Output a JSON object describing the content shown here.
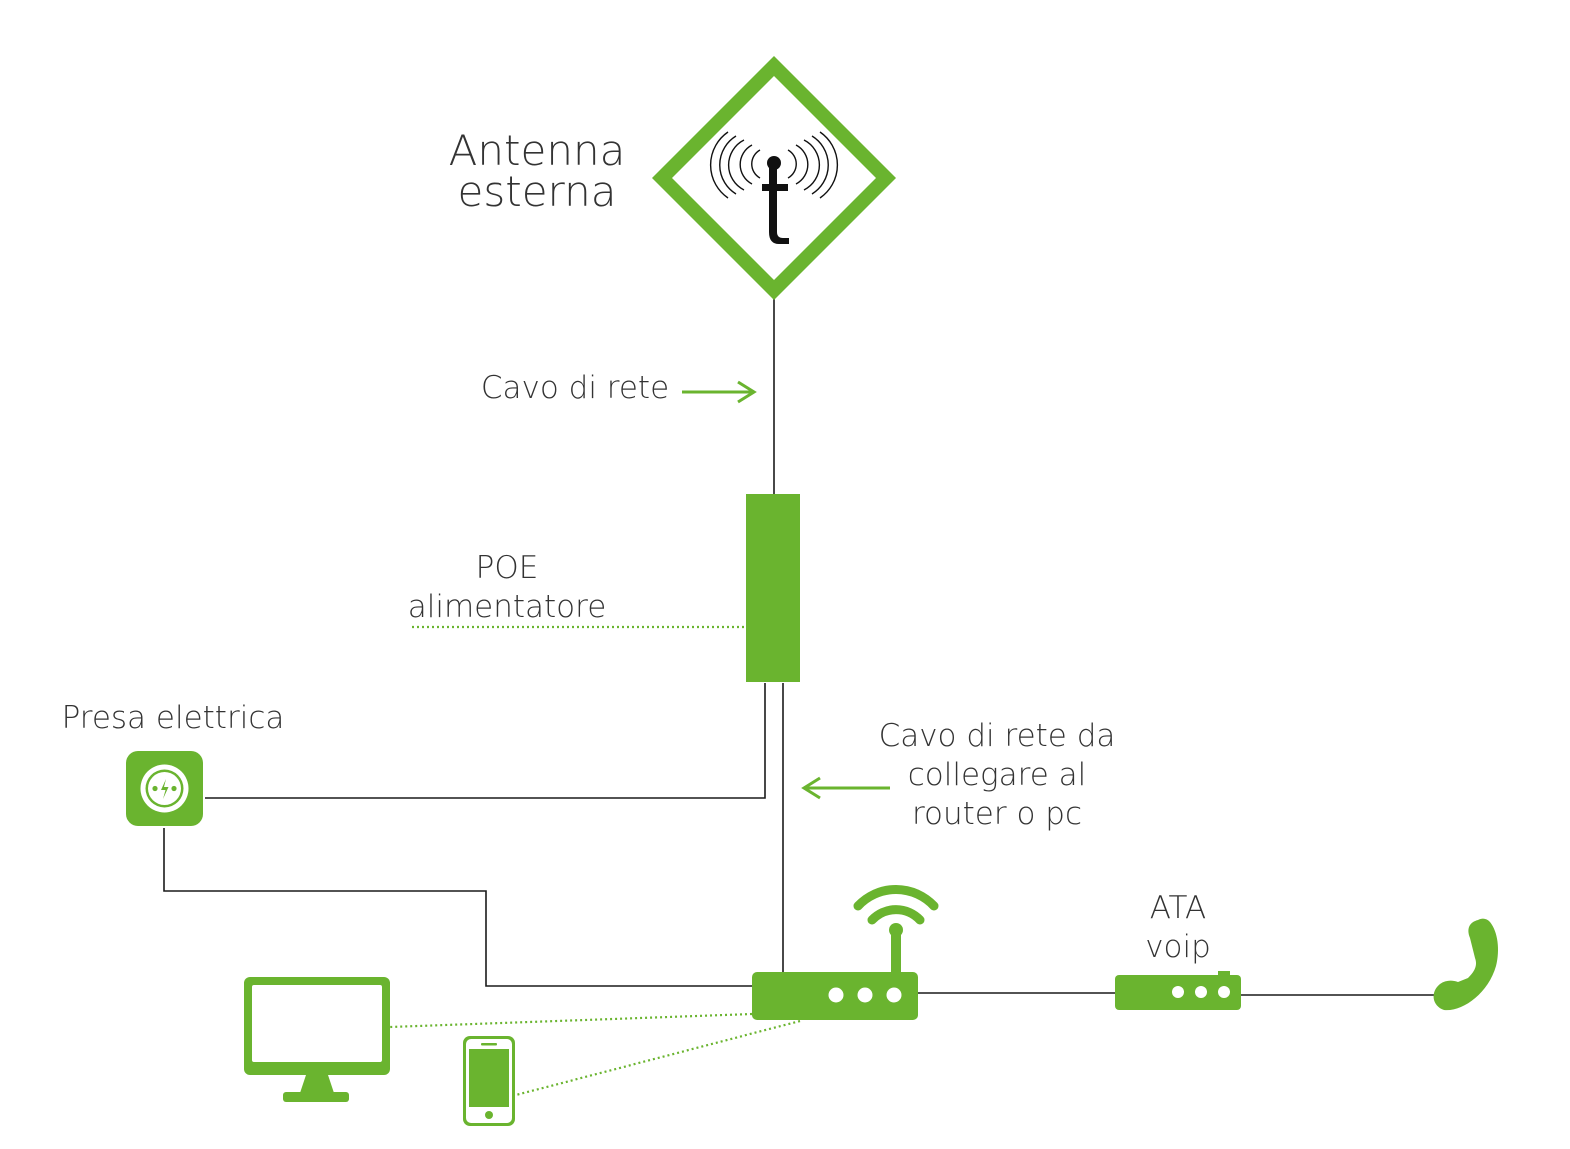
{
  "labels": {
    "antenna_line1": "Antenna",
    "antenna_line2": "esterna",
    "cable": "Cavo di rete",
    "poe_line1": "POE",
    "poe_line2": "alimentatore",
    "socket": "Presa elettrica",
    "router_cable_line1": "Cavo di rete da",
    "router_cable_line2": "collegare al",
    "router_cable_line3": "router o pc",
    "ata_line1": "ATA",
    "ata_line2": "voip"
  },
  "colors": {
    "accent_green": "#6ab42f",
    "line_dark": "#1a1a1a",
    "text": "#333333"
  }
}
